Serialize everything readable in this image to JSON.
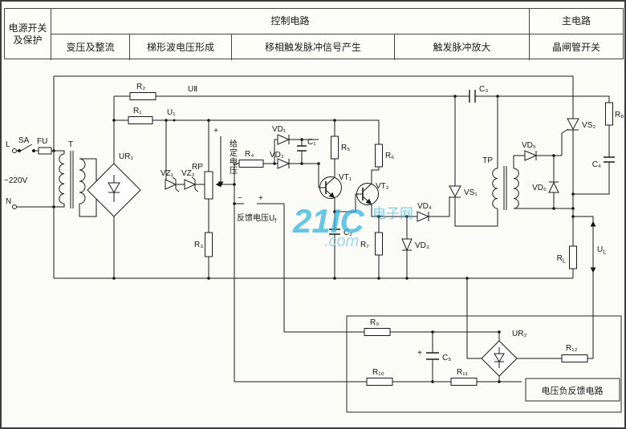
{
  "header": {
    "power": "电源开关\n及保护",
    "control": "控制电路",
    "main": "主电路",
    "sub1": "变压及整流",
    "sub2": "梯形波电压形成",
    "sub3": "移相触发脉冲信号产生",
    "sub4": "触发脉冲放大",
    "sub5": "晶闸管开关"
  },
  "labels": {
    "L": "L",
    "N": "N",
    "SA": "SA",
    "FU": "FU",
    "T": "T",
    "v220": "~220V",
    "UR1": "UR₁",
    "UR2": "UR₂",
    "R1": "R₁",
    "R2": "R₂",
    "R3": "R₃",
    "R4": "R₄",
    "R5": "R₅",
    "R6": "R₆",
    "R7": "R₇",
    "R8": "R₈",
    "R9": "R₉",
    "R10": "R₁₀",
    "R11": "R₁₁",
    "R12": "R₁₂",
    "RL": {
      "base": "R",
      "sub": "L"
    },
    "RP": "RP",
    "U1": "U₁",
    "UII": "UⅡ",
    "UL": {
      "base": "U",
      "sub": "L"
    },
    "Uf": {
      "base": "反馈电压U",
      "sub": "f"
    },
    "VZ1": "VZ₁",
    "VZ2": "VZ₂",
    "C1": "C₁",
    "C2": "C₂",
    "C3": "C₃",
    "C4": "C₄",
    "C5": "C₅",
    "VD1": "VD₁",
    "VD2": "VD₂",
    "VD3": "VD₃",
    "VD4": "VD₄",
    "VD5": "VD₅",
    "VD6": "VD₆",
    "VT1": "VT₁",
    "VT2": "VT₂",
    "VS1": "VS₁",
    "VS2": "VS₂",
    "TP": "TP",
    "given": "给定电压",
    "plus": "+",
    "minus": "−",
    "feedback_box": "电压负反馈电路"
  },
  "watermark": {
    "brand": "21IC",
    "domain": ".com",
    "site": "电子网"
  }
}
